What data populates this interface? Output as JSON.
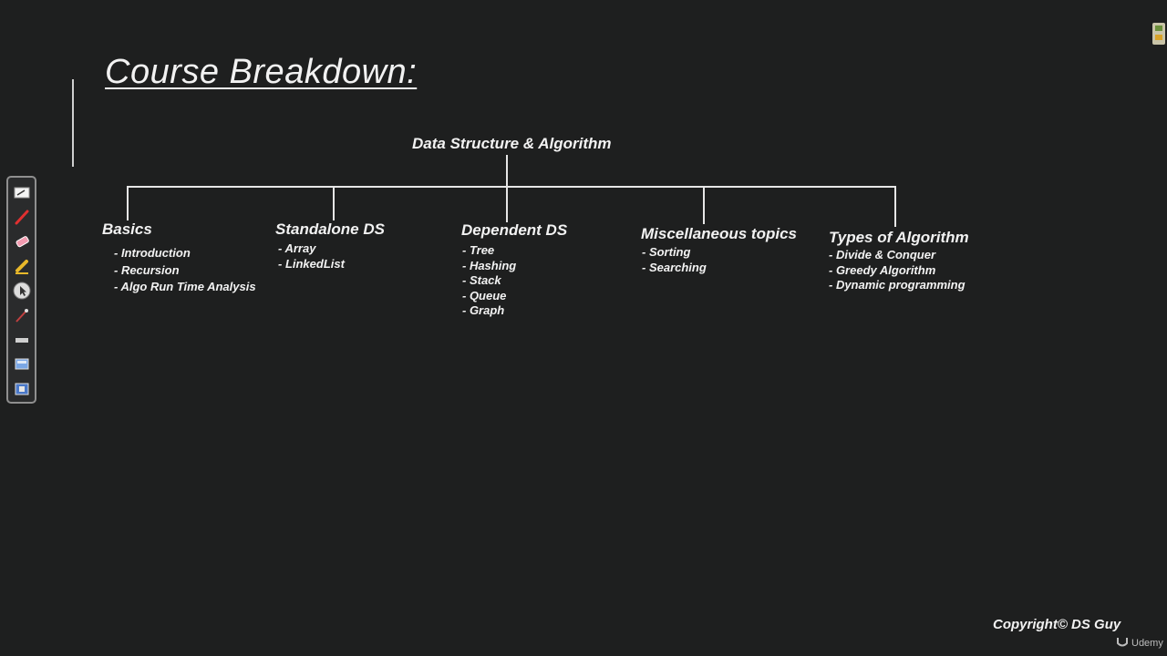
{
  "title": "Course Breakdown:",
  "diagram": {
    "root": "Data Structure & Algorithm",
    "branches": [
      {
        "title": "Basics",
        "items": [
          "- Introduction",
          "- Recursion",
          "- Algo Run Time Analysis"
        ]
      },
      {
        "title": "Standalone DS",
        "items": [
          "- Array",
          "- LinkedList"
        ]
      },
      {
        "title": "Dependent DS",
        "items": [
          "- Tree",
          "- Hashing",
          "- Stack",
          "- Queue",
          "- Graph"
        ]
      },
      {
        "title": "Miscellaneous topics",
        "items": [
          "- Sorting",
          "- Searching"
        ]
      },
      {
        "title": "Types of Algorithm",
        "items": [
          "- Divide & Conquer",
          "- Greedy Algorithm",
          "- Dynamic programming"
        ]
      }
    ]
  },
  "toolbar": {
    "tools": [
      "whiteboard-icon",
      "pen-icon",
      "eraser-icon",
      "highlighter-icon",
      "pointer-icon",
      "brush-icon",
      "line-icon",
      "screen-icon",
      "capture-icon"
    ]
  },
  "footer": {
    "copyright": "Copyright© DS Guy",
    "brand": "Udemy"
  },
  "colors": {
    "background": "#1e1f1f",
    "text": "#f2f2f2",
    "lines": "#e6e6e6"
  }
}
